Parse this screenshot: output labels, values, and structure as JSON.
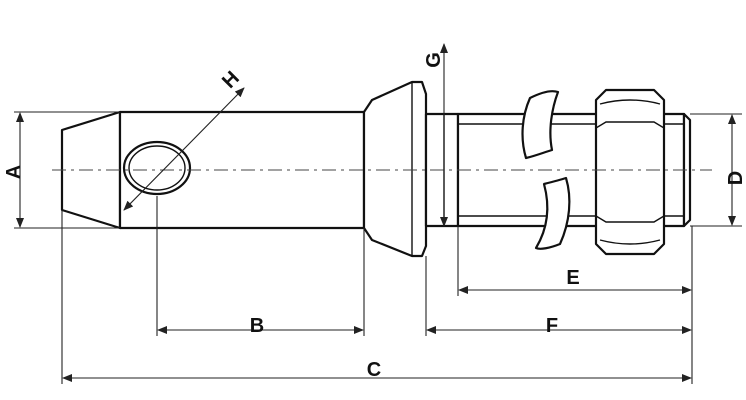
{
  "diagram": {
    "dimension_labels": {
      "a": "A",
      "b": "B",
      "c": "C",
      "d": "D",
      "e": "E",
      "f": "F",
      "g": "G",
      "h": "H"
    },
    "colors": {
      "line": "#111111",
      "background": "#ffffff"
    }
  }
}
